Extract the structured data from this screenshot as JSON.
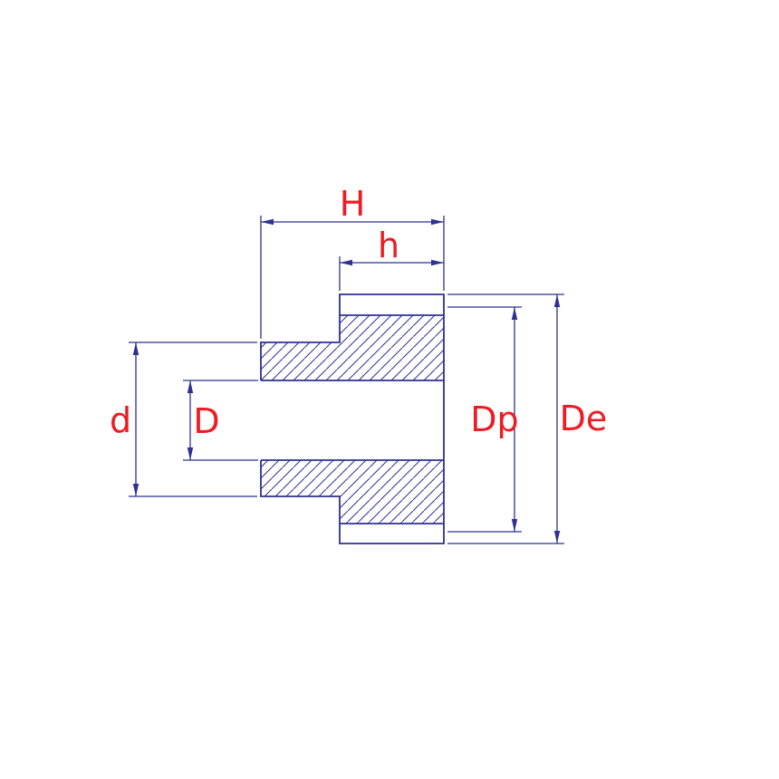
{
  "diagram": {
    "type": "technical-drawing",
    "subject": "gear cross-section with dimension lines",
    "colors": {
      "line": "#2e3192",
      "label": "#ed1c24",
      "background": "#ffffff"
    },
    "dimension_labels": {
      "H": "H",
      "h": "h",
      "d": "d",
      "D": "D",
      "Dp": "Dp",
      "De": "De"
    }
  }
}
